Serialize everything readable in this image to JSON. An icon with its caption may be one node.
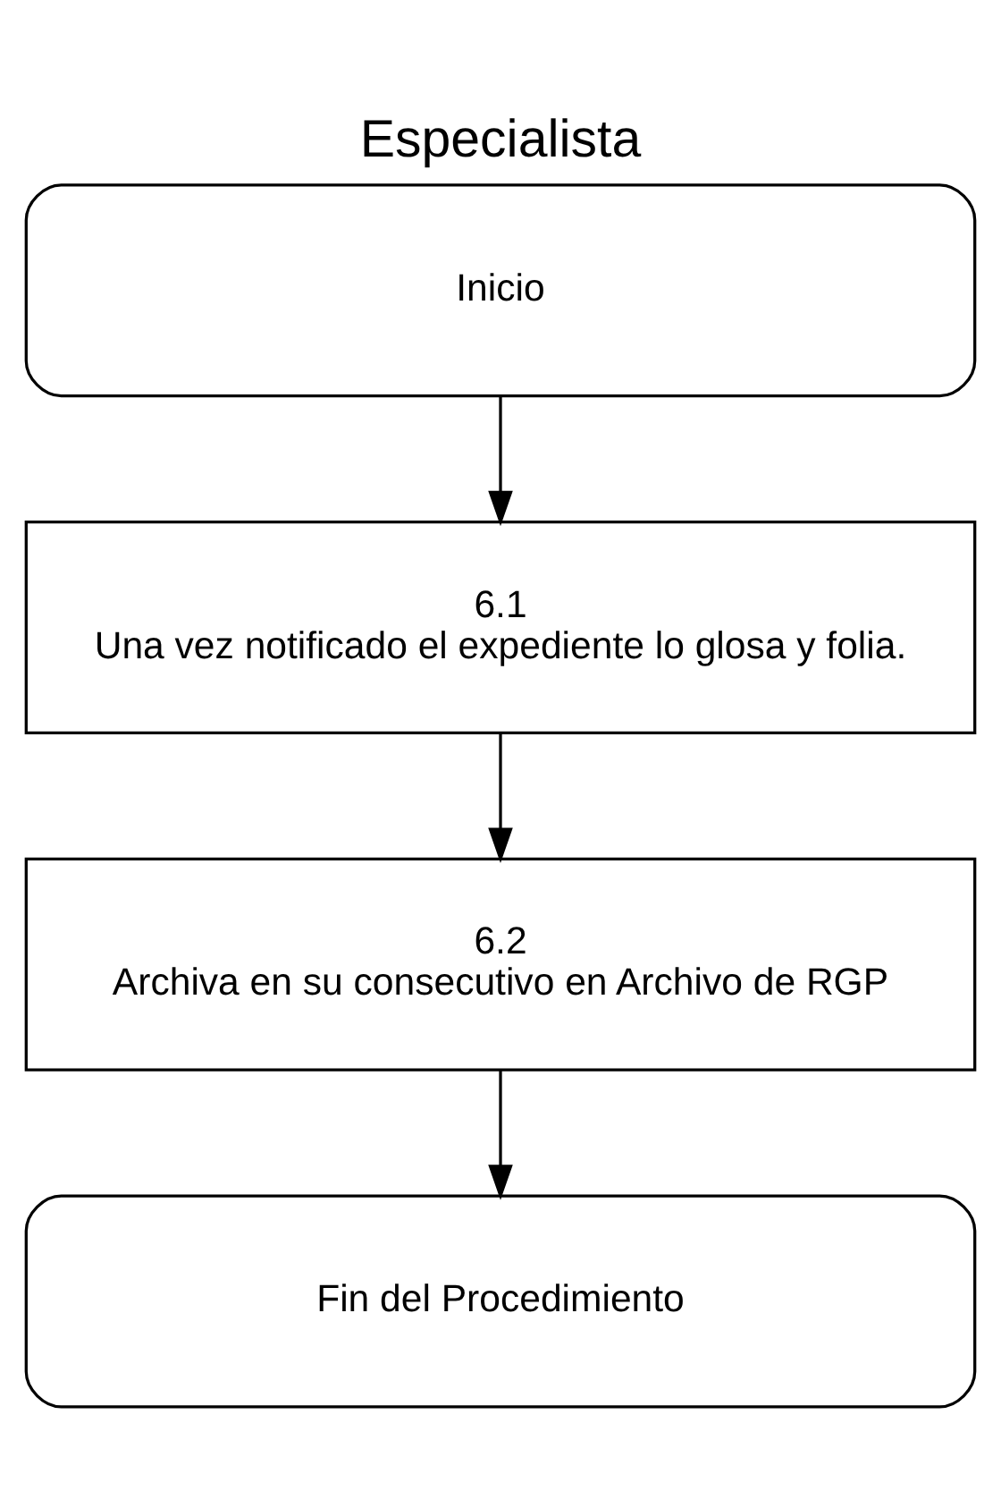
{
  "diagram": {
    "title": "Especialista",
    "nodes": [
      {
        "text": [
          "Inicio"
        ]
      },
      {
        "text": [
          "6.1",
          "Una vez notificado el expediente lo glosa y folia."
        ]
      },
      {
        "text": [
          "6.2",
          "Archiva en su consecutivo en Archivo de RGP"
        ]
      },
      {
        "text": [
          "Fin del Procedimiento"
        ]
      }
    ],
    "edges": [
      {
        "from": 0,
        "to": 1,
        "arrow": "to"
      },
      {
        "from": 1,
        "to": 2,
        "arrow": "to"
      },
      {
        "from": 2,
        "to": 3,
        "arrow": "to"
      }
    ]
  }
}
